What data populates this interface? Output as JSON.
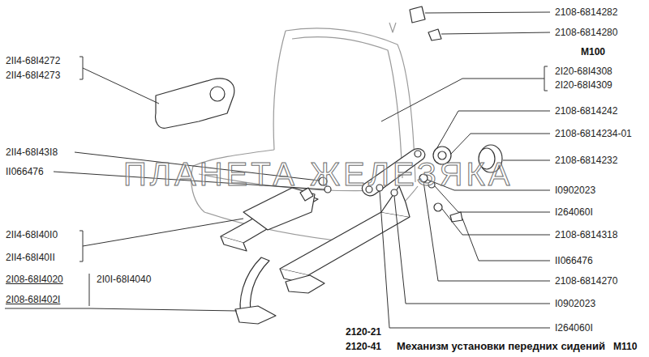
{
  "diagram": {
    "caption": "Механизм установки передних сидений",
    "labels": [
      "2108-6814282",
      "2108-6814280",
      "M100",
      "2I20-68I4308",
      "2I20-68I4309",
      "2108-6814242",
      "2108-6814234-01",
      "2108-6814232",
      "I0902023",
      "I264060I",
      "2108-6814318",
      "II066476",
      "2108-6814270",
      "I0902023",
      "I264060I",
      "2II4-68I4272",
      "2II4-68I4273",
      "2II4-68I43I8",
      "II066476",
      "ПЛАНЕТА ЖЕЛЕЗЯКА",
      "2II4-68I40I0",
      "2II4-68I40II",
      "2I08-68I4020",
      "2I0I-68I4040",
      "2I08-68I402I",
      "2120-21",
      "2120-41",
      "M110"
    ]
  }
}
